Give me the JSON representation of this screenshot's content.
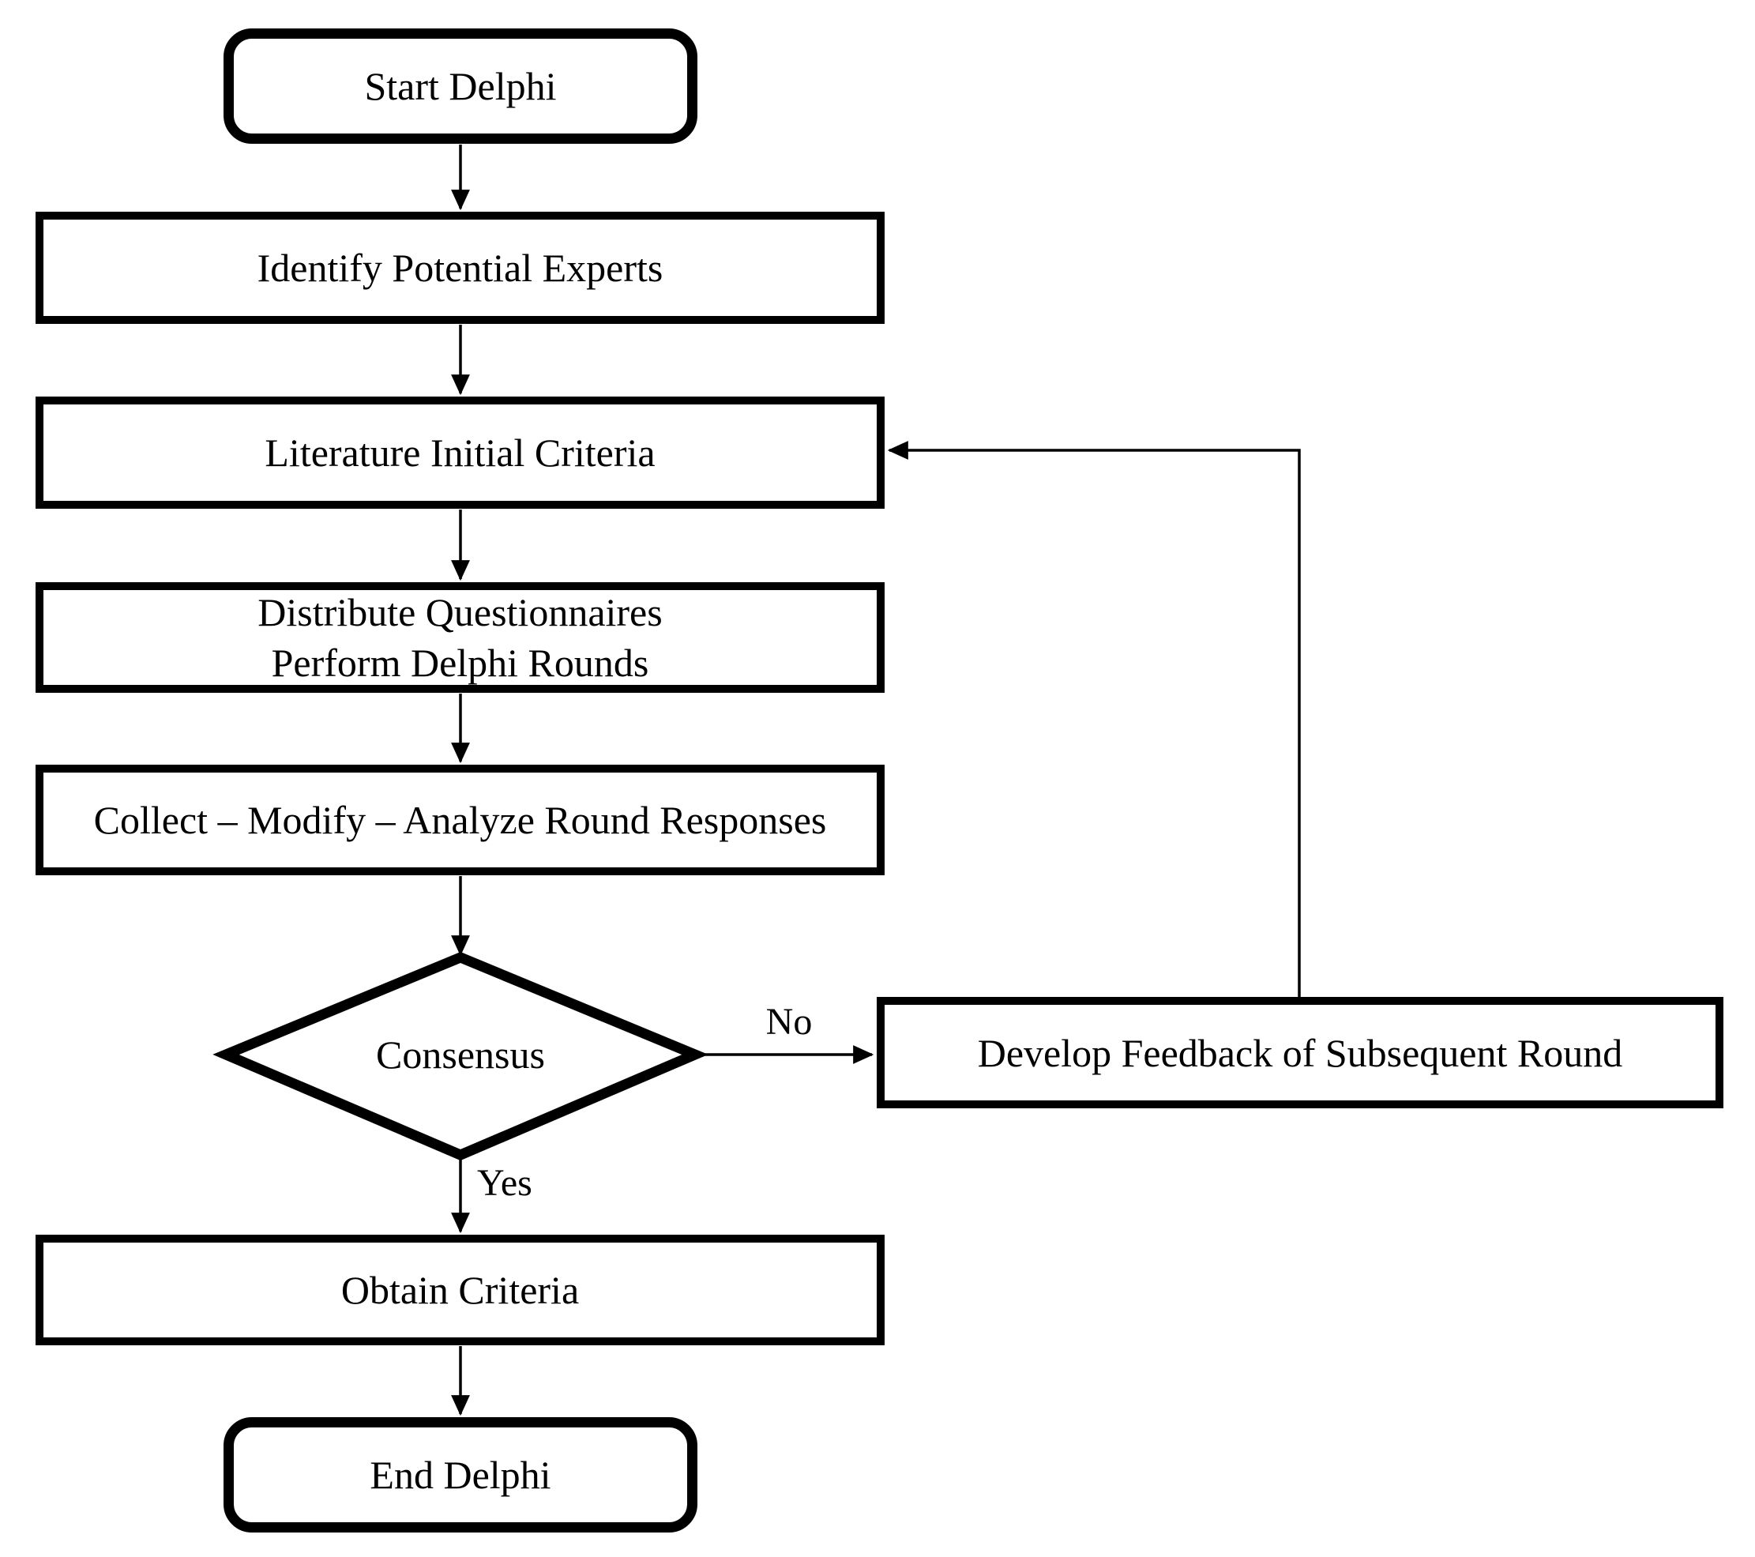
{
  "nodes": {
    "start": {
      "label": "Start Delphi"
    },
    "identify": {
      "label": "Identify Potential Experts"
    },
    "literature": {
      "label": "Literature Initial Criteria"
    },
    "distribute": {
      "line1": "Distribute Questionnaires",
      "line2": "Perform Delphi Rounds"
    },
    "collect": {
      "label": "Collect – Modify – Analyze Round Responses"
    },
    "consensus": {
      "label": "Consensus"
    },
    "feedback": {
      "label": "Develop Feedback of Subsequent Round"
    },
    "obtain": {
      "label": "Obtain Criteria"
    },
    "end": {
      "label": "End Delphi"
    }
  },
  "edges": {
    "no": {
      "label": "No"
    },
    "yes": {
      "label": "Yes"
    }
  },
  "colors": {
    "stroke": "#000000",
    "fill": "#ffffff"
  }
}
